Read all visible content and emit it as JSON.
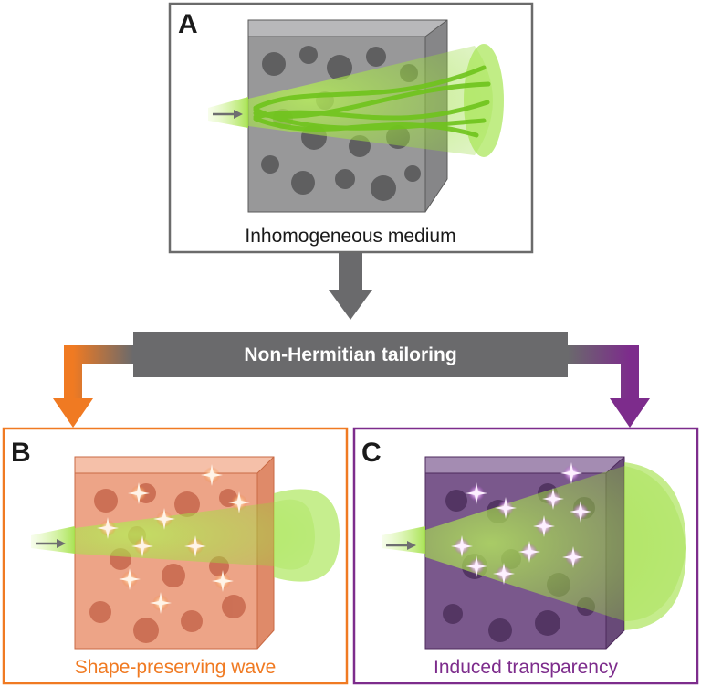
{
  "panels": {
    "a": {
      "letter": "A",
      "caption": "Inhomogeneous medium"
    },
    "b": {
      "letter": "B",
      "caption": "Shape-preserving wave"
    },
    "c": {
      "letter": "C",
      "caption": "Induced transparency"
    }
  },
  "center_bar": {
    "label": "Non-Hermitian tailoring"
  },
  "colors": {
    "gray_frame": "#6b6b6b",
    "bar_gray": "#6a6a6c",
    "orange": "#f07a22",
    "purple": "#7d2c8c",
    "beam_green": "#8fd72f",
    "sparkle_orange": "#ffe2c8",
    "sparkle_purple": "#f3c8ff"
  },
  "icons": [
    "incident-arrow-icon",
    "sparkle-icon",
    "down-arrow-icon"
  ]
}
